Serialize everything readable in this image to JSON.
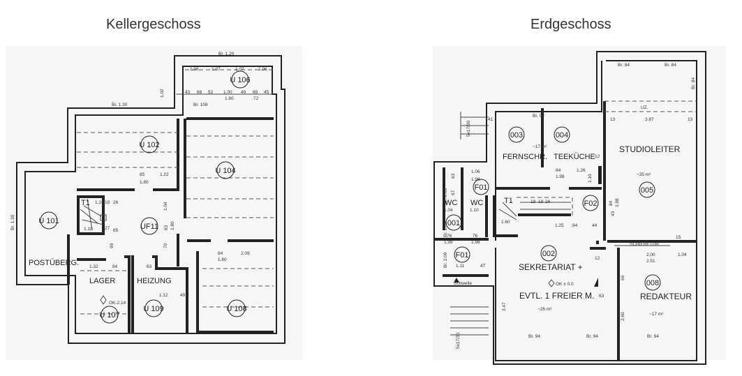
{
  "titles": {
    "left": "Kellergeschoss",
    "right": "Erdgeschoss"
  },
  "basement": {
    "rooms": [
      "U 106",
      "U 102",
      "U 104",
      "U 101",
      "UF11",
      "U 107",
      "U 109",
      "U 108"
    ],
    "labels": [
      "POSTÜBERG.",
      "LAGER",
      "HEIZUNG",
      "T1",
      "OK-2.14"
    ],
    "dims": [
      "Br. 1.20",
      "Br. 1.30",
      "Br. 108",
      "Br. 1.30",
      "1.06",
      "1.07",
      "1.07",
      "1.06",
      "43",
      "68",
      "52",
      "1.00",
      "49",
      "69",
      "45",
      "1.80",
      "72",
      "1.02",
      "85",
      "1.22",
      "1.80",
      "1.24",
      "18",
      "26",
      "1.10",
      "27",
      "65",
      "1.04",
      "83",
      "1.80",
      "84",
      "1.80",
      "2.09",
      "1.32",
      "84",
      "63",
      "1.12",
      "49",
      "6",
      "99",
      "70"
    ]
  },
  "ground": {
    "rooms": [
      "003",
      "004",
      "005",
      "F02",
      "002",
      "008",
      "F01",
      "001",
      "F01"
    ],
    "labels": [
      "FERNSCHR.",
      "TEEKÜCHE",
      "STUDIOLEITER",
      "SEKRETARIAT +",
      "EVTL. 1 FREIER M.",
      "REDAKTEUR",
      "WC",
      "WC",
      "T1",
      "OK ± 0.0",
      "SCHIEBETÜR",
      "UZ.",
      "Schwelle"
    ],
    "areas": [
      "~17 m²",
      "~35 m²",
      "~26 m²",
      "~17 m²"
    ],
    "dims": [
      "Br. 84",
      "Br. 84",
      "Br. 84",
      "Br. 92",
      "Br. 94",
      "Br. 94",
      "Br. 94",
      "13",
      "3.87",
      "13",
      "41",
      "12",
      "84",
      "1.98",
      "1.26",
      "1.10",
      "1.06",
      "1.98",
      "18",
      "18",
      "26",
      "1.60",
      "1.25",
      "84",
      "44",
      "43",
      "84",
      "1.98",
      "76",
      "1.98",
      "76",
      "1.98",
      "1.11",
      "47",
      "2.00",
      "2.51",
      "1.04",
      "12",
      "66",
      "63",
      "3.47",
      "2.60",
      "5x17/30",
      "5x17/30",
      "Br. 2.09",
      "Br. 2.09",
      "Br. 2.09",
      "1.04",
      "1.10",
      "63",
      "67",
      "15"
    ]
  }
}
